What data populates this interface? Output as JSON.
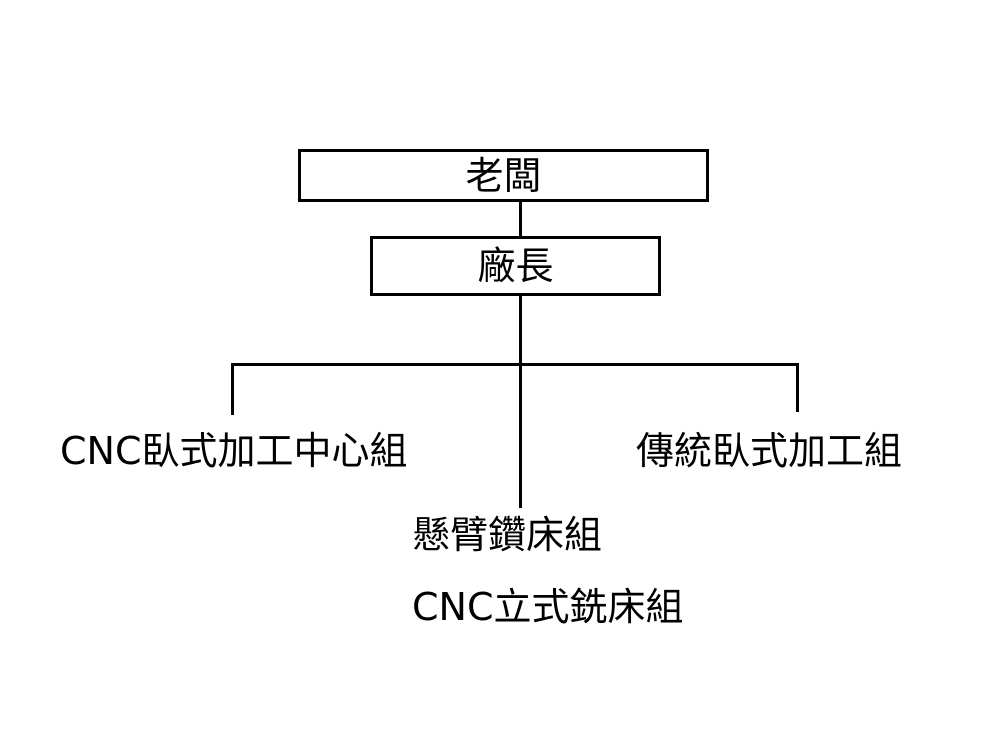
{
  "diagram": {
    "boss": {
      "label": "老闆"
    },
    "factory_manager": {
      "label": "廠長"
    },
    "groups": {
      "cnc_horizontal": "CNC臥式加工中心組",
      "traditional_horizontal": "傳統臥式加工組",
      "radial_drill": "懸臂鑽床組",
      "cnc_vertical_mill": "CNC立式銑床組"
    },
    "colors": {
      "line": "#000000",
      "box_border": "#000000",
      "background": "#ffffff"
    }
  }
}
